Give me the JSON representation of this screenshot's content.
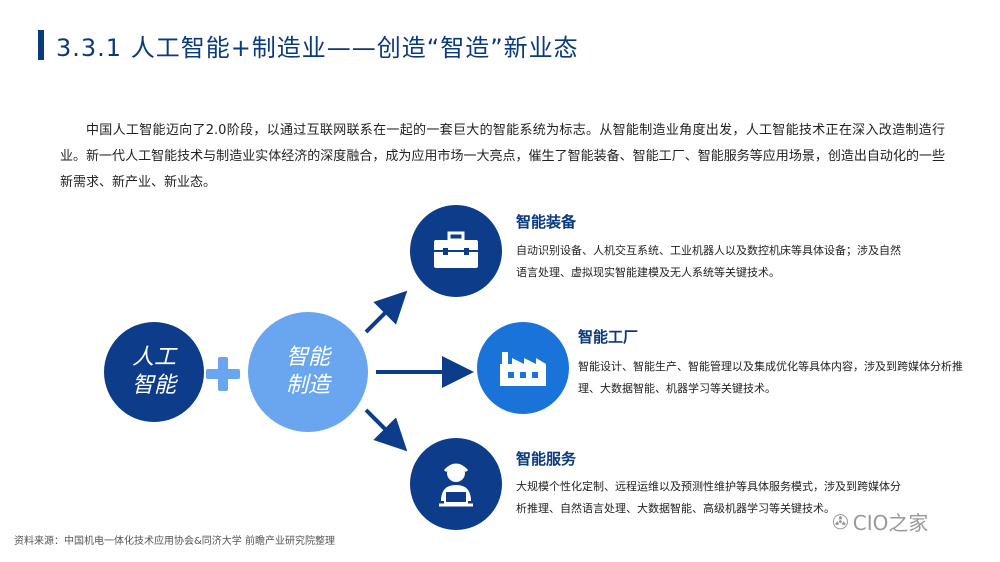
{
  "header": {
    "title": "3.3.1 人工智能+制造业——创造“智造”新业态"
  },
  "intro": {
    "text": "中国人工智能迈向了2.0阶段，以通过互联网联系在一起的一套巨大的智能系统为标志。从智能制造业角度出发，人工智能技术正在深入改造制造行业。新一代人工智能技术与制造业实体经济的深度融合，成为应用市场一大亮点，催生了智能装备、智能工厂、智能服务等应用场景，创造出自动化的一些新需求、新产业、新业态。"
  },
  "diagram": {
    "ai": {
      "line1": "人工",
      "line2": "智能"
    },
    "manufacturing": {
      "line1": "智能",
      "line2": "制造"
    },
    "sections": [
      {
        "title": "智能装备",
        "icon": "toolbox-icon",
        "desc": "自动识别设备、人机交互系统、工业机器人以及数控机床等具体设备；涉及自然语言处理、虚拟现实智能建模及无人系统等关键技术。"
      },
      {
        "title": "智能工厂",
        "icon": "factory-icon",
        "desc": "智能设计、智能生产、智能管理以及集成优化等具体内容，涉及到跨媒体分析推理、大数据智能、机器学习等关键技术。"
      },
      {
        "title": "智能服务",
        "icon": "worker-laptop-icon",
        "desc": "大规模个性化定制、远程运维以及预测性维护等具体服务模式，涉及到跨媒体分析推理、自然语言处理、大数据智能、高级机器学习等关键技术。"
      }
    ]
  },
  "footer": {
    "source": "资料来源：中国机电一体化技术应用协会&同济大学 前瞻产业研究院整理"
  },
  "watermark": {
    "text": "CIO之家"
  },
  "colors": {
    "navy": "#0d3d8a",
    "light_blue": "#6aa6ef",
    "blue": "#1a73d8"
  }
}
